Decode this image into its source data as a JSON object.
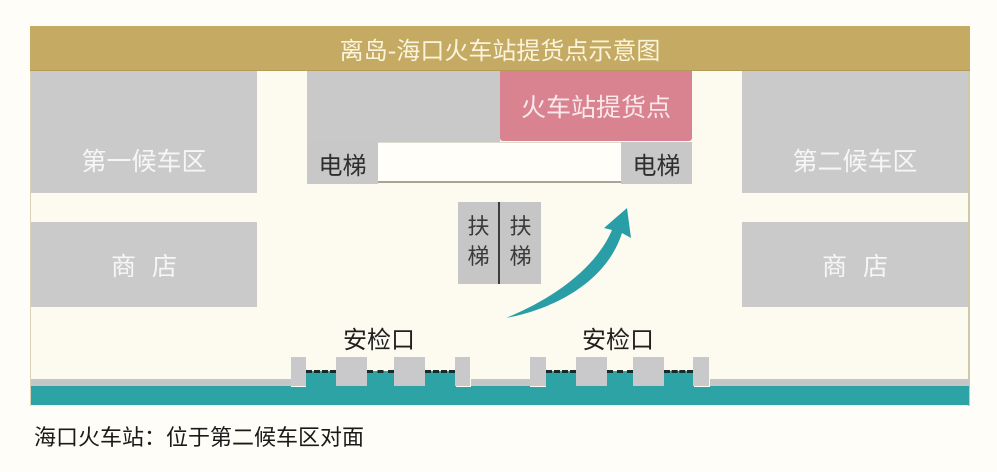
{
  "title": "离岛-海口火车站提货点示意图",
  "left_column": {
    "waiting_area": "第一候车区",
    "shop": "商店"
  },
  "right_column": {
    "waiting_area": "第二候车区",
    "shop": "商店"
  },
  "center": {
    "pickup_point": "火车站提货点",
    "elevator_left": "电梯",
    "elevator_right": "电梯",
    "escalator_left": [
      "扶",
      "梯"
    ],
    "escalator_right": [
      "扶",
      "梯"
    ]
  },
  "security": {
    "left_label": "安检口",
    "right_label": "安检口"
  },
  "caption": "海口火车站：位于第二候车区对面",
  "colors": {
    "title_bar": "#c4aa62",
    "block_gray": "#cbcacb",
    "pickup_pink": "#d98391",
    "floor_teal": "#2ea3a6",
    "arrow_teal": "#2a9ea6",
    "background": "#fdfbef"
  }
}
